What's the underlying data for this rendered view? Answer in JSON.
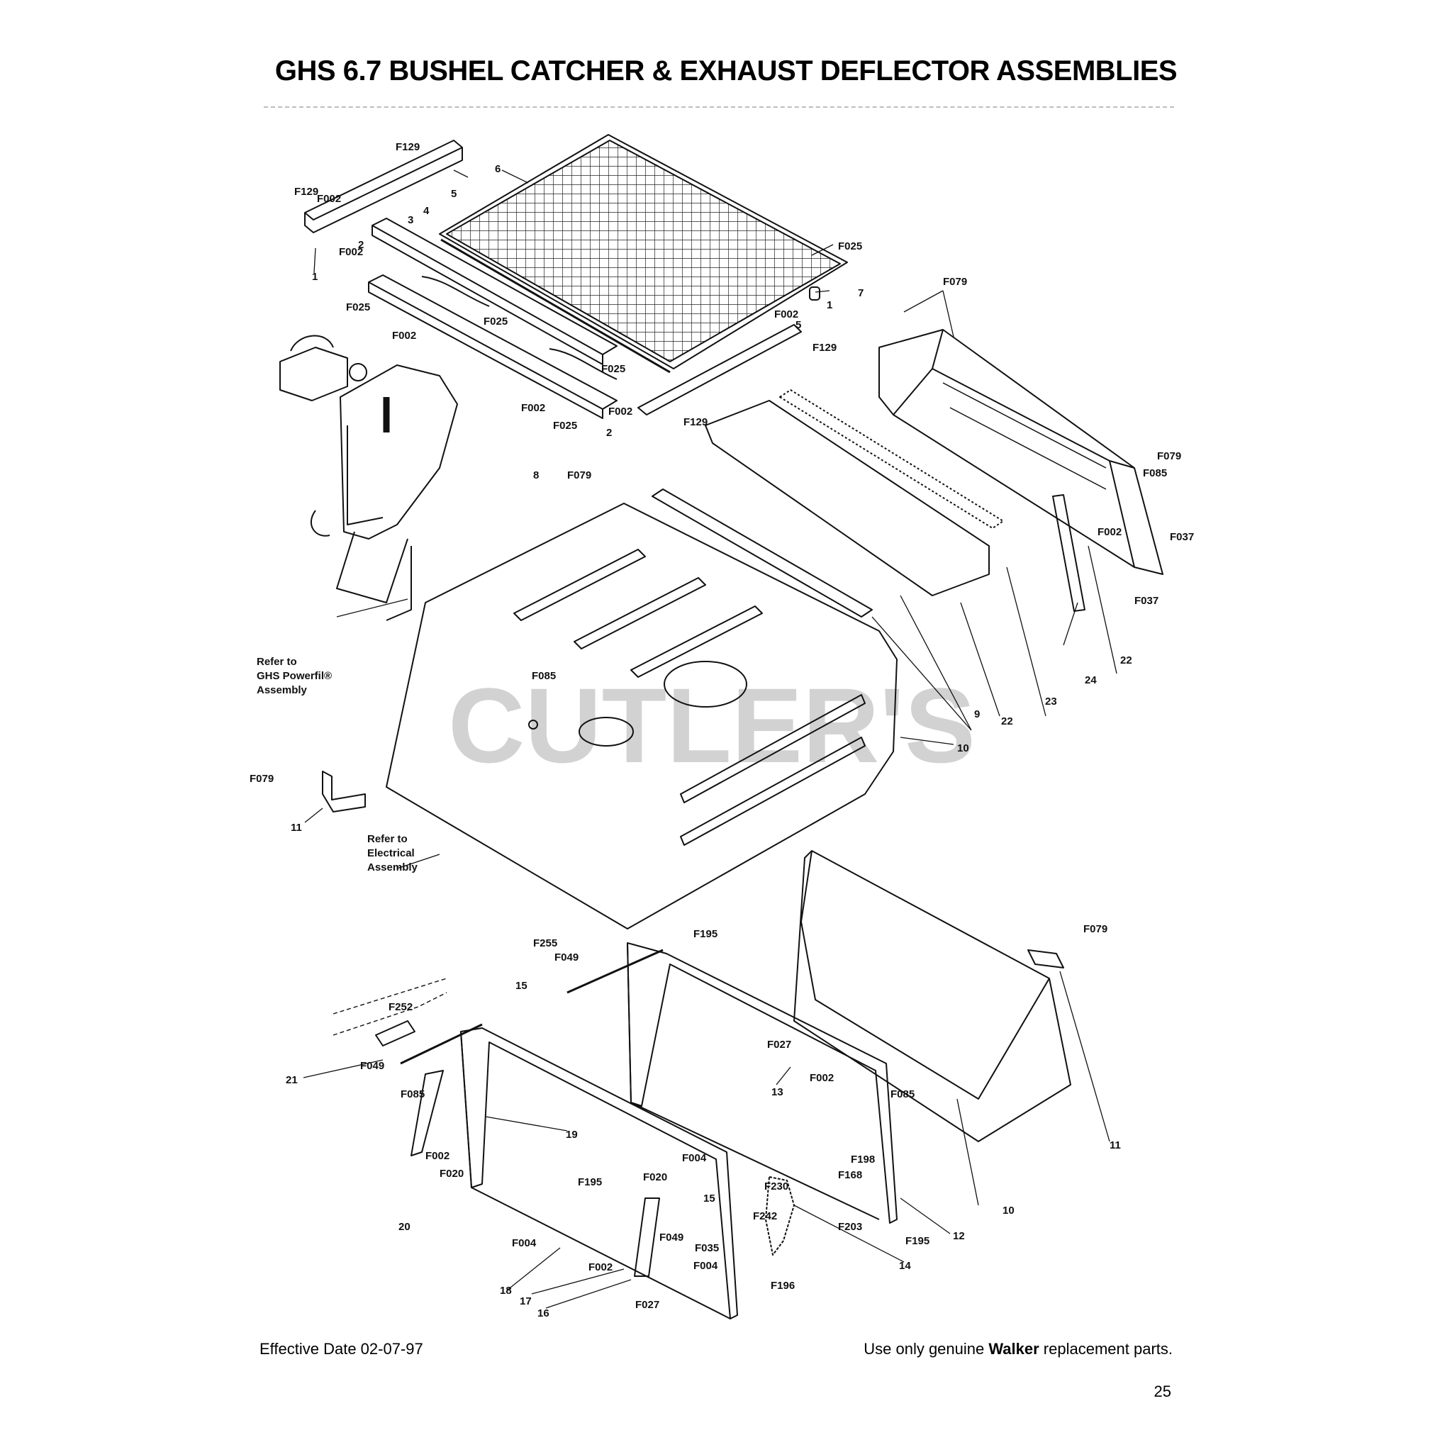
{
  "title": "GHS 6.7 BUSHEL CATCHER & EXHAUST DEFLECTOR ASSEMBLIES",
  "watermark": "CUTLER'S",
  "footer": {
    "effective_date": "Effective Date 02-07-97",
    "notice_prefix": "Use only genuine ",
    "notice_brand": "Walker",
    "notice_suffix": " replacement parts."
  },
  "page_number": "25",
  "callouts": {
    "c_f129_a": "F129",
    "c_f129_b": "F129",
    "c_f002_a": "F002",
    "c_5_a": "5",
    "c_6": "6",
    "c_4": "4",
    "c_3": "3",
    "c_2_a": "2",
    "c_f002_b": "F002",
    "c_1_a": "1",
    "c_f025_a": "F025",
    "c_7": "7",
    "c_f025_b": "F025",
    "c_f025_c": "F025",
    "c_f002_c": "F002",
    "c_f002_d": "F002",
    "c_5_b": "5",
    "c_1_b": "1",
    "c_f129_c": "F129",
    "c_f025_d": "F025",
    "c_f002_e": "F002",
    "c_f002_f": "F002",
    "c_2_b": "2",
    "c_f025_e": "F025",
    "c_f129_d": "F129",
    "c_8": "8",
    "c_f079_a": "F079",
    "c_f079_b": "F079",
    "c_f079_c": "F079",
    "c_f085_a": "F085",
    "c_f037_a": "F037",
    "c_f002_g": "F002",
    "c_f037_b": "F037",
    "c_22_a": "22",
    "c_24": "24",
    "c_23": "23",
    "c_22_b": "22",
    "c_9": "9",
    "c_10_a": "10",
    "c_f085_b": "F085",
    "refer_powerfil_1": "Refer to",
    "refer_powerfil_2": "GHS Powerfil®",
    "refer_powerfil_3": "Assembly",
    "c_f079_d": "F079",
    "c_11_a": "11",
    "refer_elec_1": "Refer to",
    "refer_elec_2": "Electrical",
    "refer_elec_3": "Assembly",
    "c_f255": "F255",
    "c_f049_a": "F049",
    "c_15_a": "15",
    "c_f195_a": "F195",
    "c_f079_e": "F079",
    "c_f252": "F252",
    "c_21": "21",
    "c_f049_b": "F049",
    "c_f085_c": "F085",
    "c_19": "19",
    "c_f027_a": "F027",
    "c_13": "13",
    "c_f002_h": "F002",
    "c_f085_d": "F085",
    "c_11_b": "11",
    "c_f002_i": "F002",
    "c_f020_a": "F020",
    "c_20": "20",
    "c_f195_b": "F195",
    "c_f020_b": "F020",
    "c_f004_a": "F004",
    "c_15_b": "15",
    "c_f230": "F230",
    "c_f242": "F242",
    "c_f049_c": "F049",
    "c_f035": "F035",
    "c_f004_b": "F004",
    "c_f198": "F198",
    "c_f168": "F168",
    "c_f203": "F203",
    "c_f195_c": "F195",
    "c_12": "12",
    "c_10_b": "10",
    "c_14": "14",
    "c_f004_c": "F004",
    "c_f002_j": "F002",
    "c_18": "18",
    "c_17": "17",
    "c_16": "16",
    "c_f027_b": "F027",
    "c_f196": "F196"
  }
}
